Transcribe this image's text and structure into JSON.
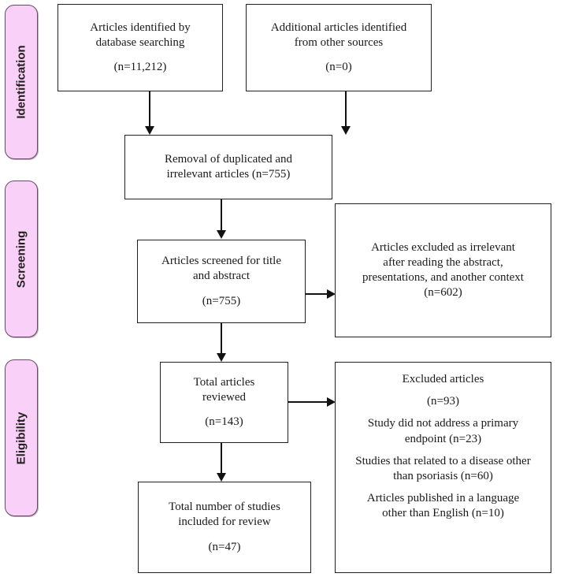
{
  "diagram": {
    "title": "PRISMA study selection flow diagram",
    "accent_pink": "#f9d0f7",
    "accent_pink_border": "#6b4a67",
    "line_color": "#121212",
    "box_border": "#231f20"
  },
  "stages": [
    {
      "id": "identification",
      "label": "Identification"
    },
    {
      "id": "screening",
      "label": "Screening"
    },
    {
      "id": "eligibility",
      "label": "Eligibility"
    }
  ],
  "nodes": {
    "database_search": {
      "line1": "Articles identified by",
      "line2": "database searching",
      "count": "(n=11,212)"
    },
    "other_sources": {
      "line1": "Additional articles identified",
      "line2": "from other sources",
      "count": "(n=0)"
    },
    "duplicates_removed": {
      "line1": "Removal of duplicated and",
      "line2": "irrelevant articles (n=755)"
    },
    "screened": {
      "line1": "Articles screened for title",
      "line2": "and abstract",
      "count": "(n=755)"
    },
    "screening_excluded": {
      "line1": "Articles excluded as irrelevant",
      "line2": "after reading the abstract,",
      "line3": "presentations, and another context",
      "count": "(n=602)"
    },
    "reviewed": {
      "line1": "Total articles",
      "line2": "reviewed",
      "count": "(n=143)"
    },
    "eligibility_excluded": {
      "heading": "Excluded articles",
      "count": "(n=93)",
      "reason1_line1": "Study did not address a primary",
      "reason1_line2": "endpoint (n=23)",
      "reason2_line1": "Studies that related to a disease other",
      "reason2_line2": "than psoriasis (n=60)",
      "reason3_line1": "Articles published in a language",
      "reason3_line2": "other than English (n=10)"
    },
    "included": {
      "line1": "Total number of studies",
      "line2": "included for review",
      "count": "(n=47)"
    }
  }
}
